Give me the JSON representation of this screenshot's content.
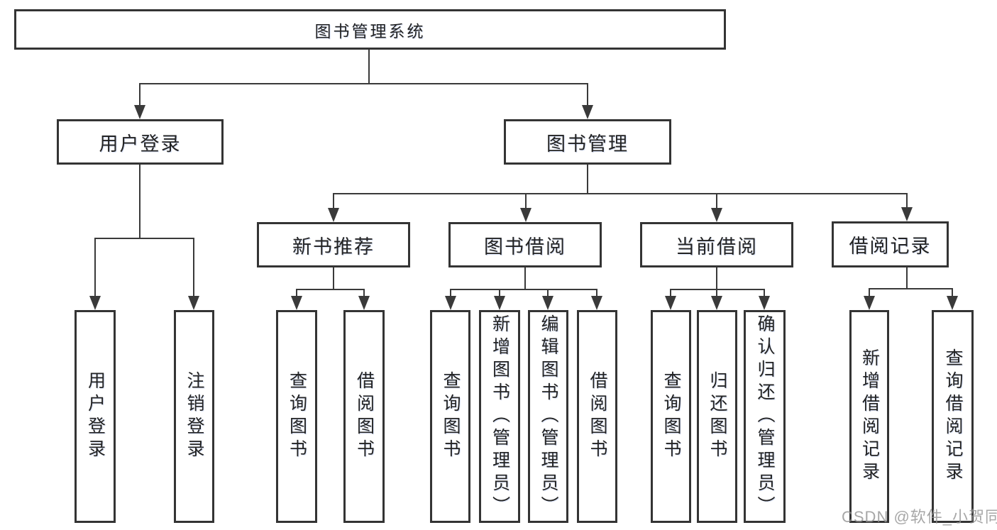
{
  "tree": {
    "root": {
      "label": "图书管理系统",
      "children": [
        {
          "label": "用户登录",
          "children": [
            {
              "label": "用户登录"
            },
            {
              "label": "注销登录"
            }
          ]
        },
        {
          "label": "图书管理",
          "children": [
            {
              "label": "新书推荐",
              "children": [
                {
                  "label": "查询图书"
                },
                {
                  "label": "借阅图书"
                }
              ]
            },
            {
              "label": "图书借阅",
              "children": [
                {
                  "label": "查询图书"
                },
                {
                  "label": "新增图书（管理员）"
                },
                {
                  "label": "编辑图书（管理员）"
                },
                {
                  "label": "借阅图书"
                }
              ]
            },
            {
              "label": "当前借阅",
              "children": [
                {
                  "label": "查询图书"
                },
                {
                  "label": "归还图书"
                },
                {
                  "label": "确认归还（管理员）"
                }
              ]
            },
            {
              "label": "借阅记录",
              "children": [
                {
                  "label": "新增借阅记录"
                },
                {
                  "label": "查询借阅记录"
                }
              ]
            }
          ]
        }
      ]
    }
  },
  "watermark": "CSDN @软件_小贺同学",
  "colors": {
    "box_border": "#343434",
    "connector": "#3a3a3a",
    "text": "#232323",
    "watermark": "#919191",
    "background": "#ffffff"
  }
}
